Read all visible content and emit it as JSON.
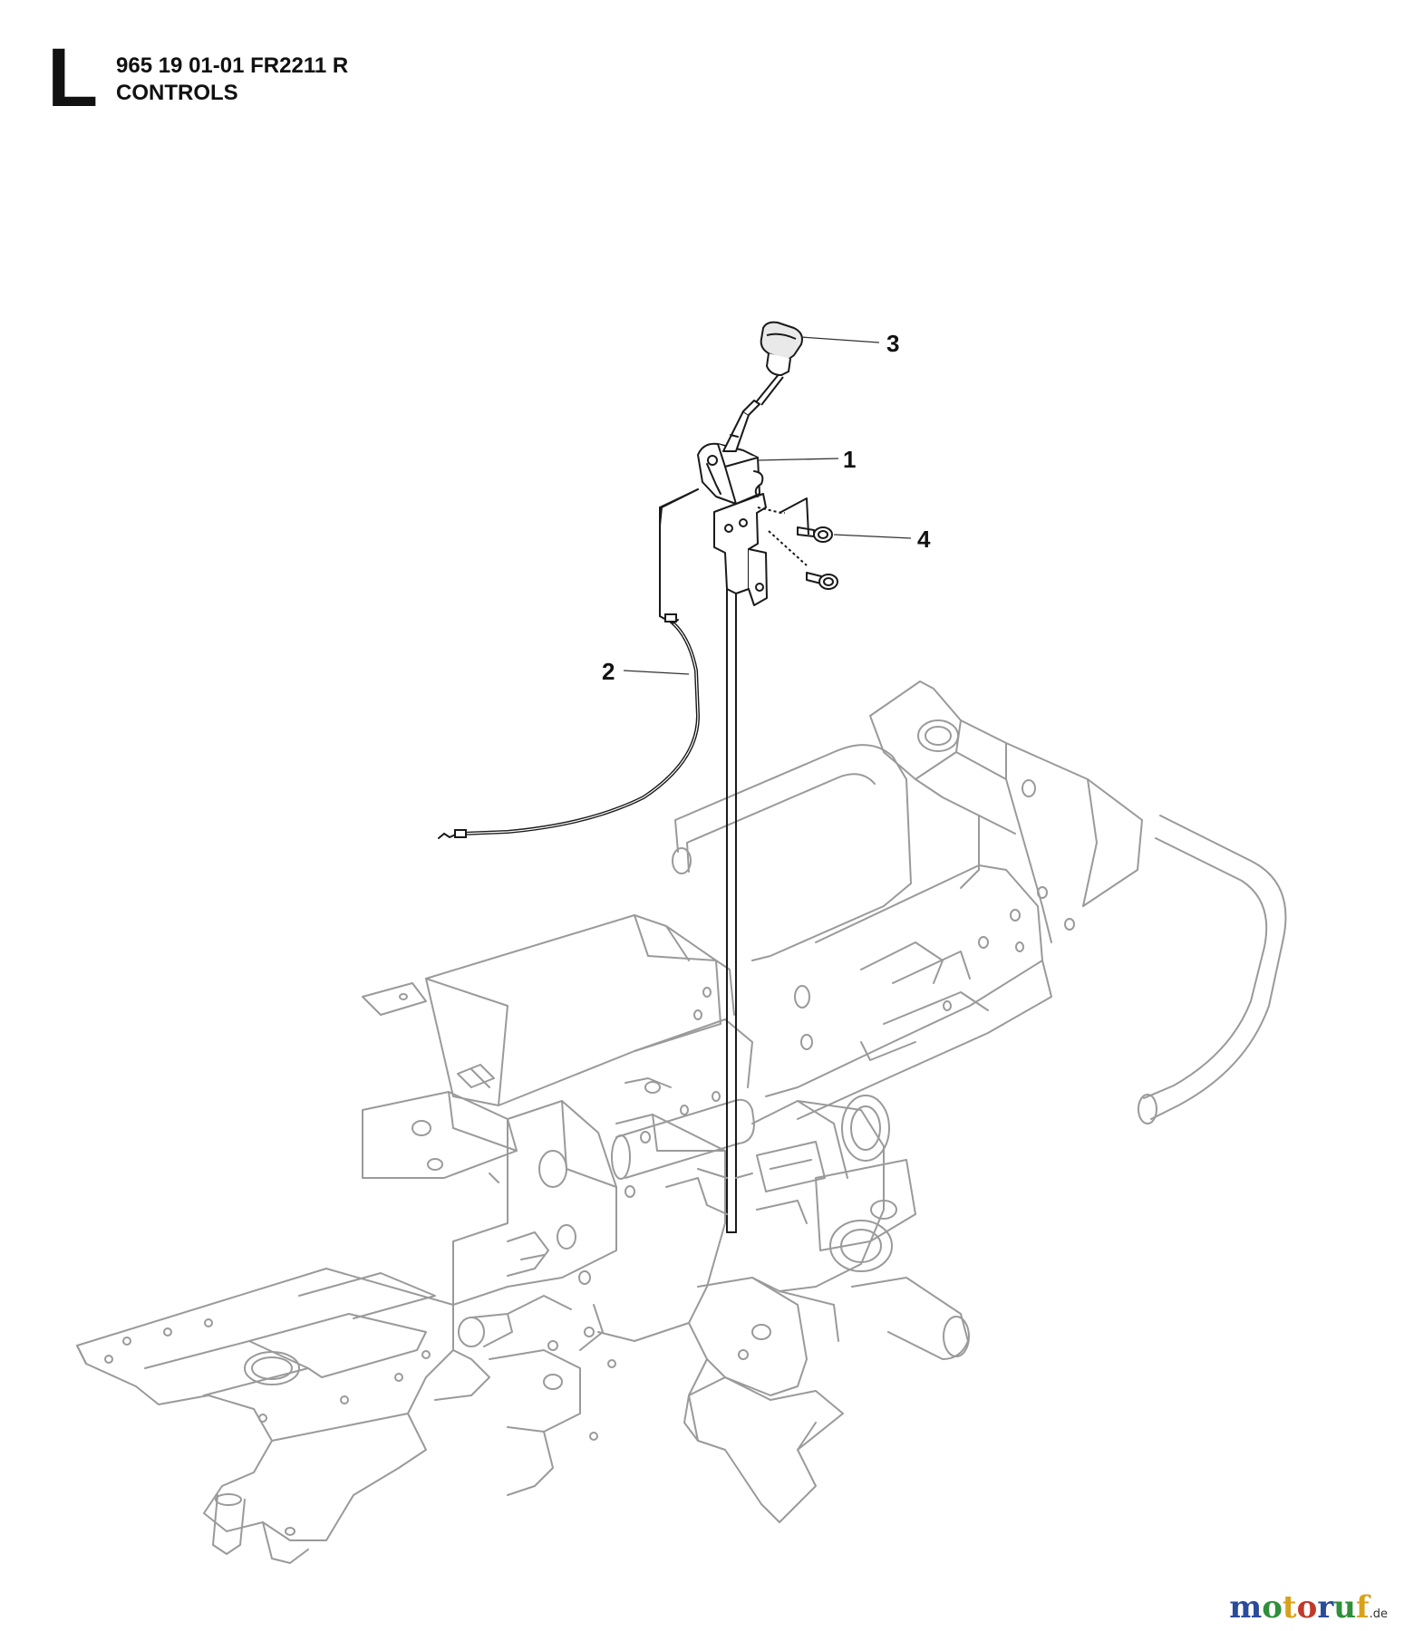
{
  "header": {
    "section_letter": "L",
    "part_line": "965 19 01-01 FR2211 R",
    "section_title": "CONTROLS"
  },
  "callouts": [
    {
      "id": "1",
      "label": "1"
    },
    {
      "id": "2",
      "label": "2"
    },
    {
      "id": "3",
      "label": "3"
    },
    {
      "id": "4",
      "label": "4"
    }
  ],
  "watermark": {
    "letters": [
      "m",
      "o",
      "t",
      "o",
      "r",
      "u",
      "f"
    ],
    "letter_colors": [
      "#2a4a9a",
      "#2f8f3a",
      "#d8a21a",
      "#c0392b",
      "#2a4a9a",
      "#2f8f3a",
      "#d8a21a"
    ],
    "tld": ".de"
  },
  "colors": {
    "line_dark": "#1a1a1a",
    "line_light": "#9a9a9a",
    "knob_fill": "#e9e9e9"
  }
}
